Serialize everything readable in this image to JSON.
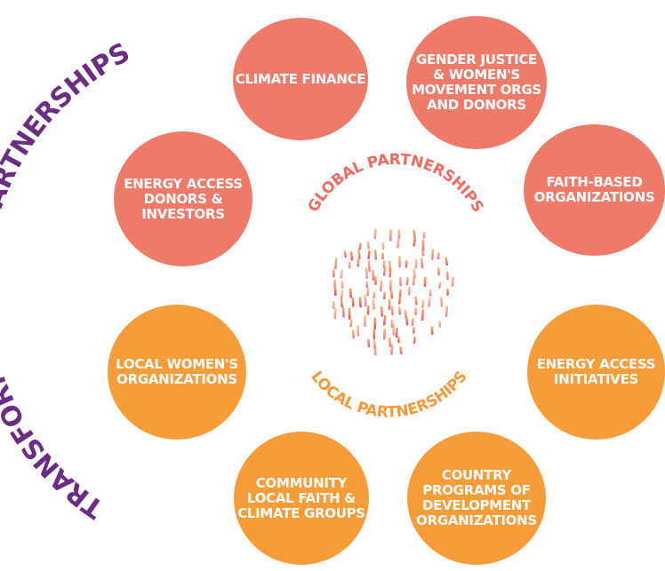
{
  "arc_title": "TRANSFORMATIONAL PARTNERSHIPS",
  "center": {
    "top_label": "GLOBAL PARTNERSHIPS",
    "bottom_label": "LOCAL PARTNERSHIPS"
  },
  "colors": {
    "arc_text": "#6b2c83",
    "global_circle": "#ee7b69",
    "local_circle": "#f69c38",
    "center_top_text": "#ef6b62",
    "center_bottom_text": "#f59a3a"
  },
  "nodes": [
    {
      "id": "climate-finance",
      "label": "CLIMATE FINANCE",
      "group": "global"
    },
    {
      "id": "gender-justice",
      "label": "GENDER JUSTICE\n& WOMEN'S\nMOVEMENT ORGS\nAND DONORS",
      "group": "global"
    },
    {
      "id": "faith-based",
      "label": "FAITH-BASED\nORGANIZATIONS",
      "group": "global"
    },
    {
      "id": "energy-donors",
      "label": "ENERGY ACCESS\nDONORS &\nINVESTORS",
      "group": "global"
    },
    {
      "id": "local-womens",
      "label": "LOCAL WOMEN'S\nORGANIZATIONS",
      "group": "local"
    },
    {
      "id": "energy-initiatives",
      "label": "ENERGY ACCESS\nINITIATIVES",
      "group": "local"
    },
    {
      "id": "community-faith",
      "label": "COMMUNITY\nLOCAL FAITH &\nCLIMATE GROUPS",
      "group": "local"
    },
    {
      "id": "country-programs",
      "label": "COUNTRY\nPROGRAMS OF\nDEVELOPMENT\nORGANIZATIONS",
      "group": "local"
    }
  ]
}
